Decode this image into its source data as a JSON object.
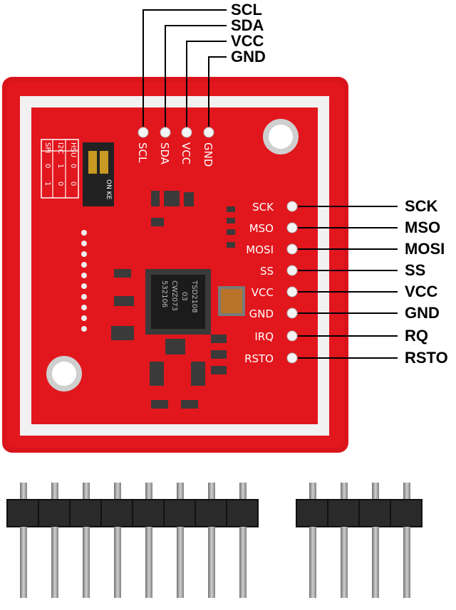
{
  "top_labels": [
    "SCL",
    "SDA",
    "VCC",
    "GND"
  ],
  "right_labels": [
    "SCK",
    "MSO",
    "MOSI",
    "SS",
    "VCC",
    "GND",
    "RQ",
    "RSTO"
  ],
  "board": {
    "top_pads": [
      "SCL",
      "SDA",
      "VCC",
      "GND"
    ],
    "right_pads": [
      "SCK",
      "MSO",
      "MOSI",
      "SS",
      "VCC",
      "GND",
      "IRQ",
      "RSTO"
    ],
    "mode_table": {
      "header": [
        "HSU",
        "I2C",
        "SPI"
      ],
      "row1": [
        "0",
        "1",
        "0"
      ],
      "row2": [
        "0",
        "0",
        "1"
      ]
    },
    "switch_text": "ON KE",
    "chip_lines": [
      "532106",
      "CWZ073",
      "03",
      "TSD2108"
    ]
  },
  "headers": {
    "left_pin_count": 8,
    "right_pin_count": 4
  },
  "colors": {
    "pcb": "#e0141c",
    "antenna": "#f2f2f2",
    "pin": "#1e1e1e",
    "header": "#2a2a2a"
  }
}
